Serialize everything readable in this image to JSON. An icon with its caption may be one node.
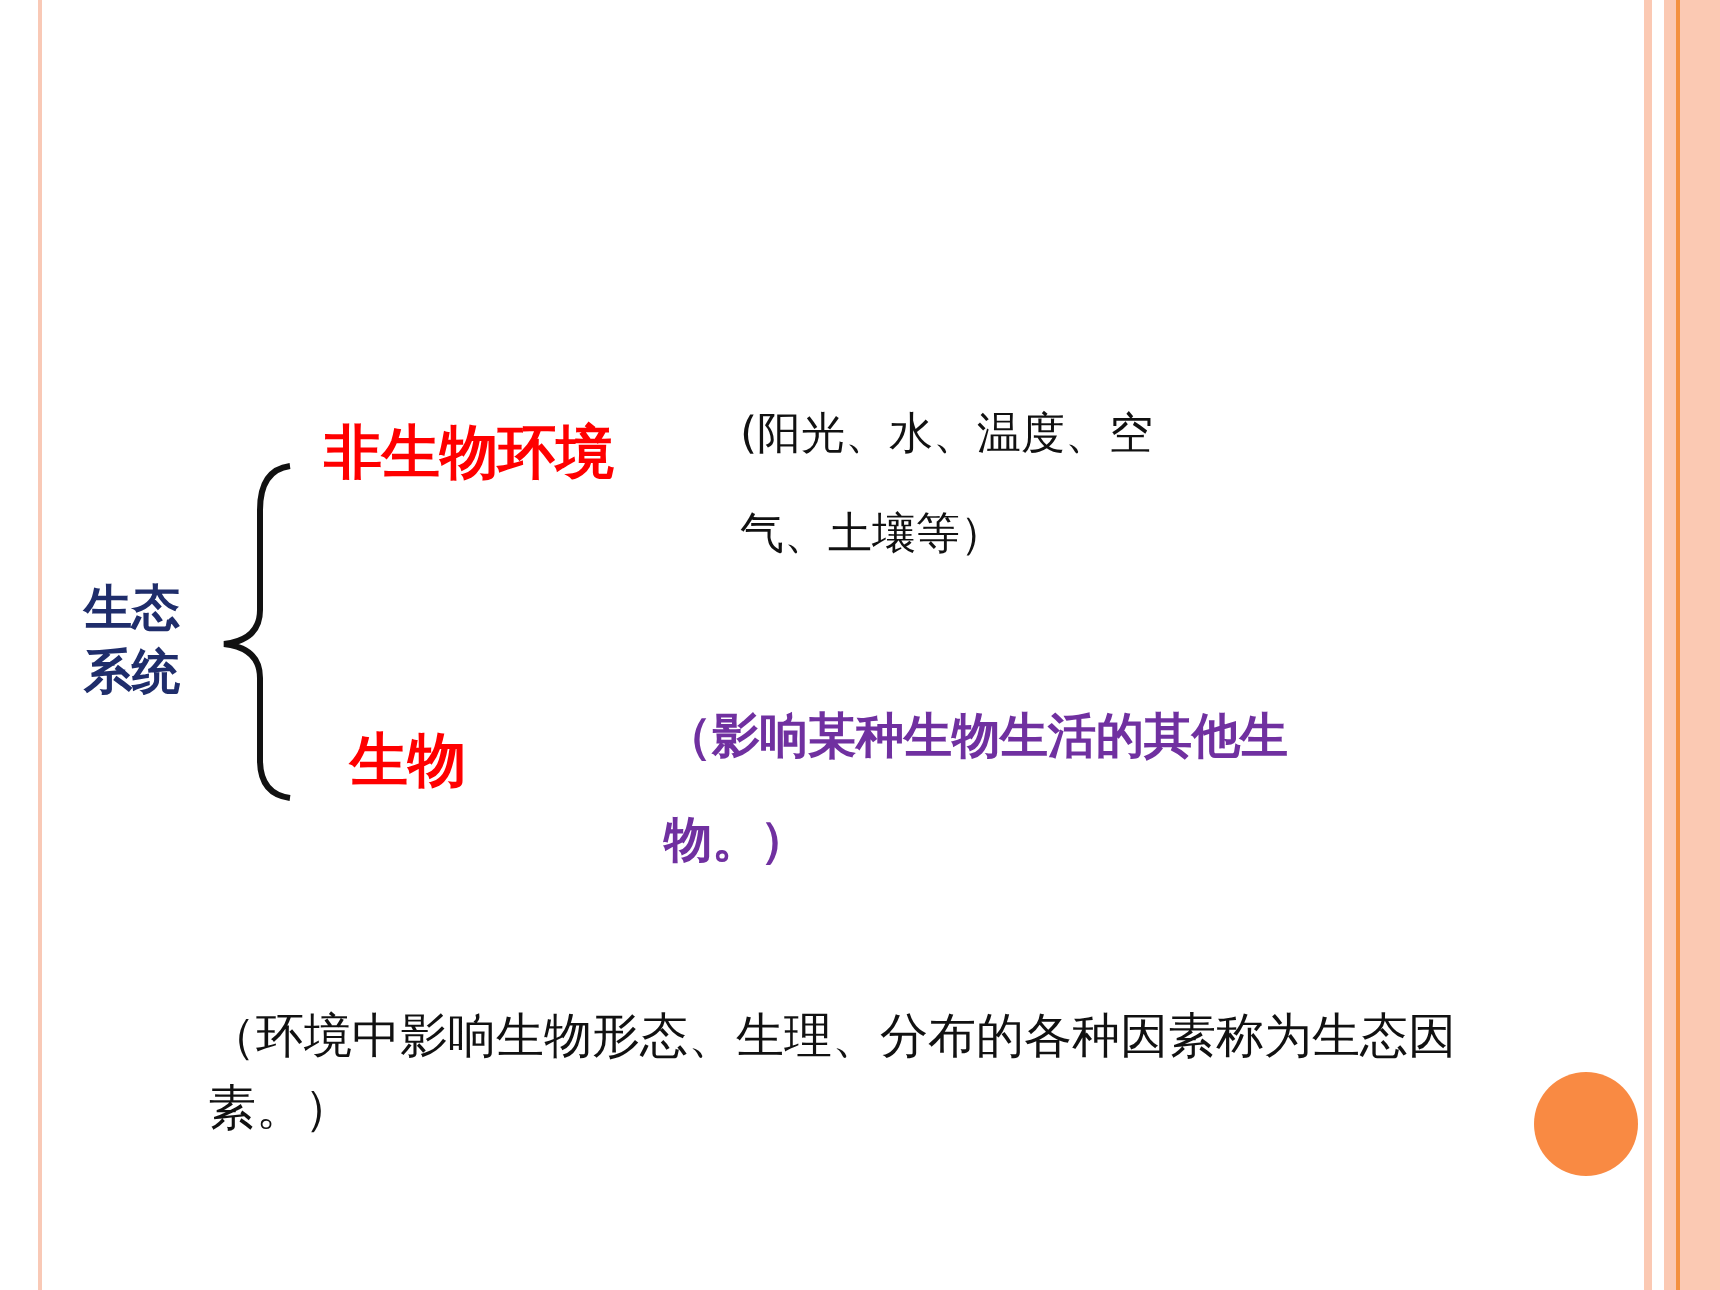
{
  "diagram": {
    "labels": [
      "生态系统",
      "非生物环境",
      "(阳光、水、温度、空气、土壤等）",
      "生物",
      "（影响某种生物生活的其他生物。）",
      "（环境中影响生物形态、生理、分布的各种因素称为生态因素。）"
    ]
  }
}
